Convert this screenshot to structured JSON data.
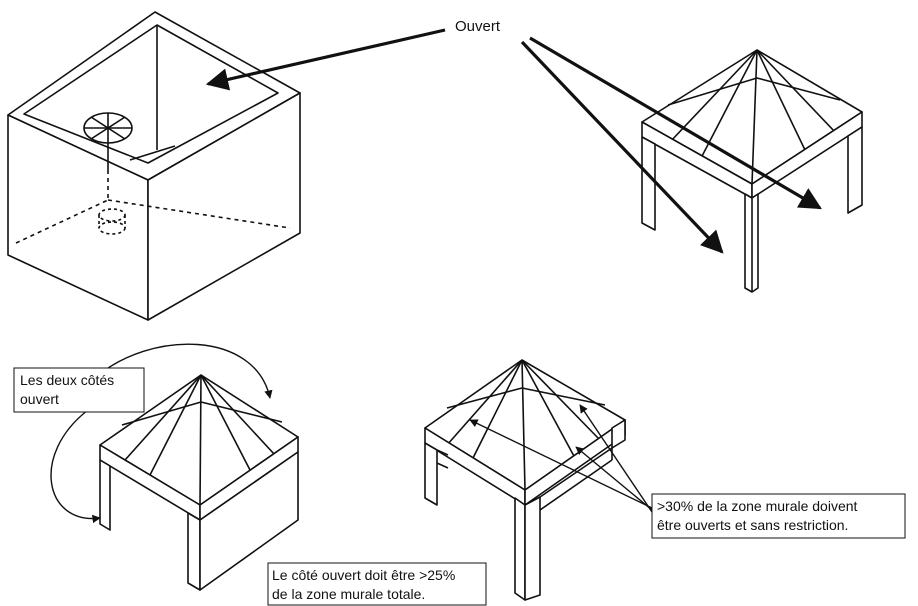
{
  "labels": {
    "open": "Ouvert",
    "both_sides_line1": "Les deux côtés",
    "both_sides_line2": "ouvert",
    "wall_area_line1": ">30% de la zone murale doivent",
    "wall_area_line2": "être ouverts et sans restriction.",
    "open_side_line1": "Le côté ouvert doit être >25%",
    "open_side_line2": "de la zone murale totale."
  },
  "colors": {
    "stroke": "#111111",
    "background": "#ffffff"
  }
}
